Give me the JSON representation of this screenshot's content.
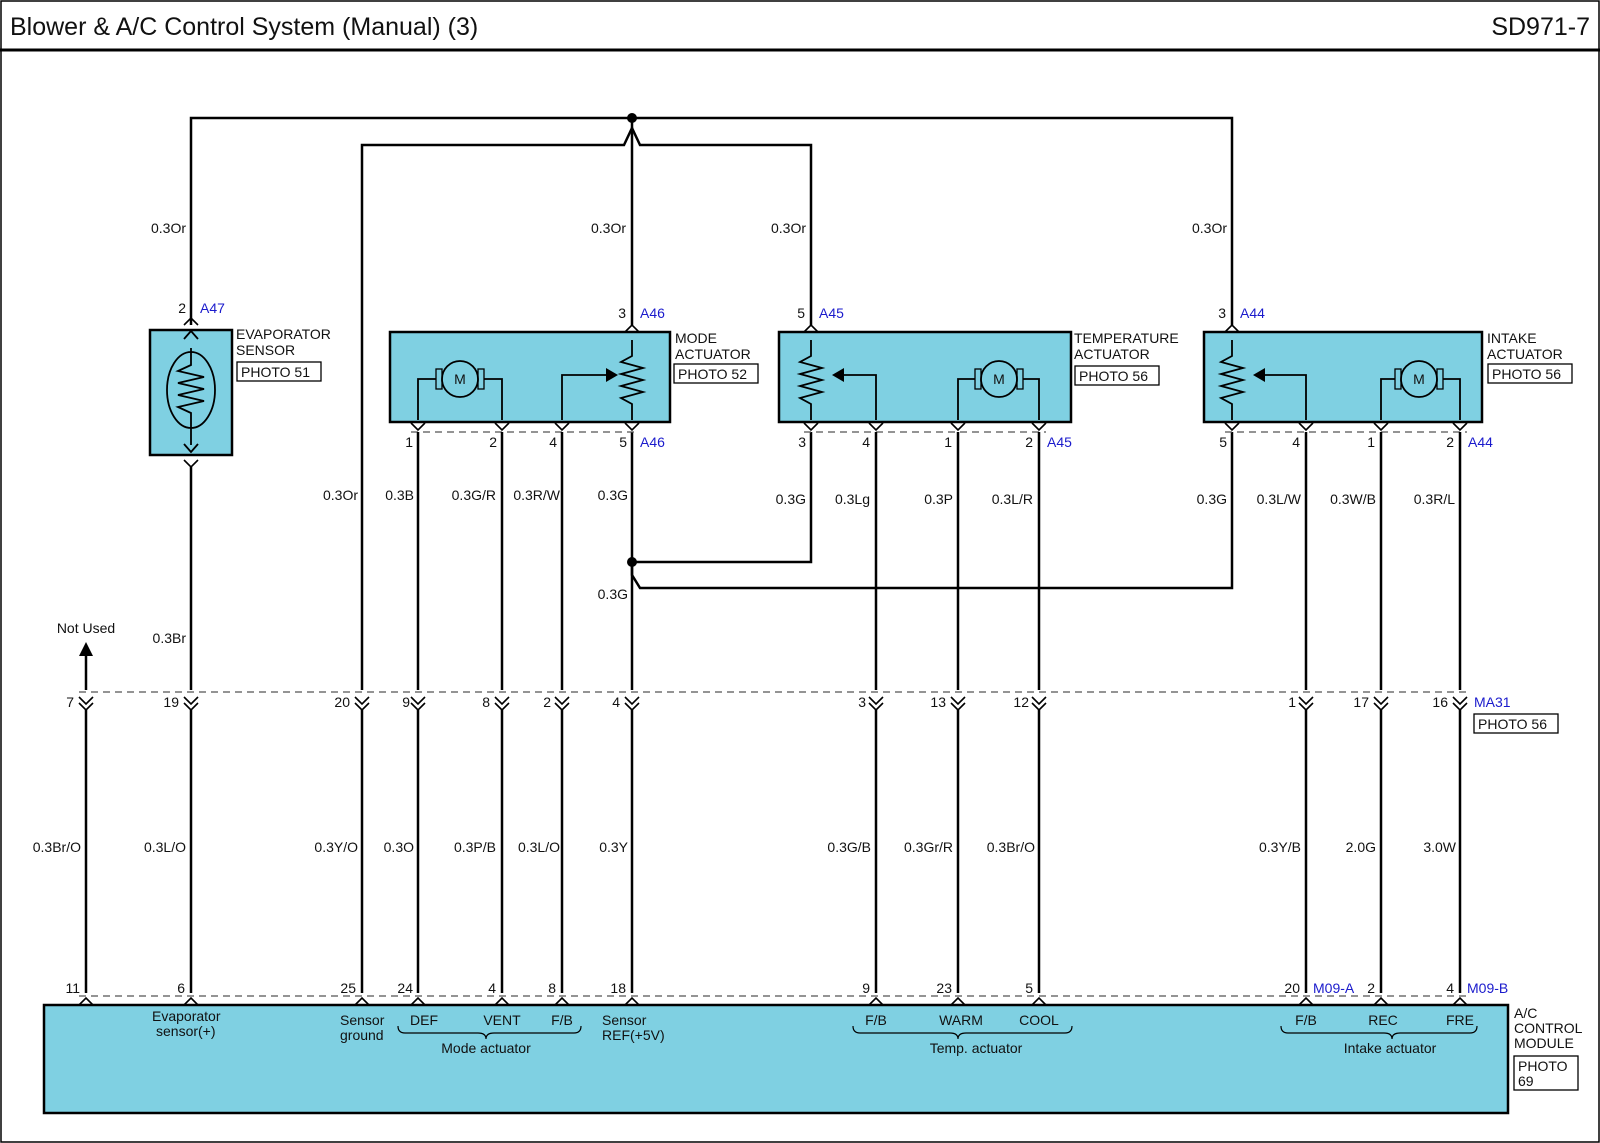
{
  "title": "Blower & A/C Control System (Manual) (3)",
  "page_code": "SD971-7",
  "components": {
    "evaporator_sensor": {
      "name_line1": "EVAPORATOR",
      "name_line2": "SENSOR",
      "photo": "PHOTO 51",
      "connector": "A47",
      "pin_top": "2"
    },
    "mode_actuator": {
      "name_line1": "MODE",
      "name_line2": "ACTUATOR",
      "photo": "PHOTO 52",
      "connector": "A46",
      "pin_top": "3",
      "pins": [
        "1",
        "2",
        "4",
        "5"
      ]
    },
    "temperature_actuator": {
      "name_line1": "TEMPERATURE",
      "name_line2": "ACTUATOR",
      "photo": "PHOTO 56",
      "connector": "A45",
      "pin_top": "5",
      "pins": [
        "3",
        "4",
        "1",
        "2"
      ]
    },
    "intake_actuator": {
      "name_line1": "INTAKE",
      "name_line2": "ACTUATOR",
      "photo": "PHOTO 56",
      "connector": "A44",
      "pin_top": "3",
      "pins": [
        "5",
        "4",
        "1",
        "2"
      ]
    },
    "motor_label": "M"
  },
  "upper_wires": {
    "top_feeds": [
      "0.3Or",
      "0.3Or",
      "0.3Or",
      "0.3Or"
    ],
    "mid": [
      "0.3Or",
      "0.3B",
      "0.3G/R",
      "0.3R/W",
      "0.3G",
      "0.3G",
      "0.3Lg",
      "0.3P",
      "0.3L/R",
      "0.3G",
      "0.3L/W",
      "0.3W/B",
      "0.3R/L"
    ],
    "evap_lower": "0.3Br",
    "ground_join": "0.3G",
    "not_used": "Not Used"
  },
  "junction_connector": {
    "name": "MA31",
    "photo": "PHOTO 56",
    "pins": [
      "7",
      "19",
      "20",
      "9",
      "8",
      "2",
      "4",
      "3",
      "13",
      "12",
      "1",
      "17",
      "16"
    ]
  },
  "lower_wires": [
    "0.3Br/O",
    "0.3L/O",
    "0.3Y/O",
    "0.3O",
    "0.3P/B",
    "0.3L/O",
    "0.3Y",
    "0.3G/B",
    "0.3Gr/R",
    "0.3Br/O",
    "0.3Y/B",
    "2.0G",
    "3.0W"
  ],
  "module": {
    "name_line1": "A/C",
    "name_line2": "CONTROL",
    "name_line3": "MODULE",
    "photo_line1": "PHOTO",
    "photo_line2": "69",
    "connector_a": "M09-A",
    "connector_b": "M09-B",
    "pins": [
      "11",
      "6",
      "25",
      "24",
      "4",
      "8",
      "18",
      "9",
      "23",
      "5",
      "20",
      "2",
      "4"
    ],
    "terminals": {
      "evap_line1": "Evaporator",
      "evap_line2": "sensor(+)",
      "sg_line1": "Sensor",
      "sg_line2": "ground",
      "def": "DEF",
      "vent": "VENT",
      "fb_mode": "F/B",
      "ref_line1": "Sensor",
      "ref_line2": "REF(+5V)",
      "fb_temp": "F/B",
      "warm": "WARM",
      "cool": "COOL",
      "fb_intake": "F/B",
      "rec": "REC",
      "fre": "FRE"
    },
    "groups": {
      "mode": "Mode actuator",
      "temp": "Temp. actuator",
      "intake": "Intake actuator"
    }
  }
}
